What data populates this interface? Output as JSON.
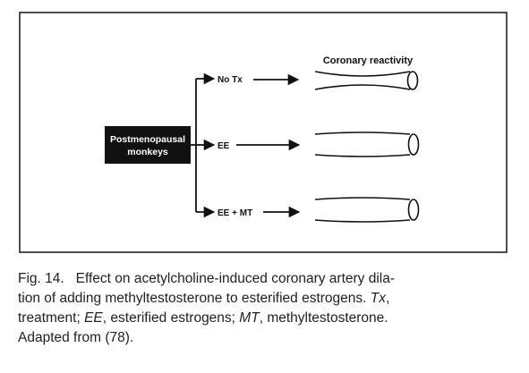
{
  "figure": {
    "header": "Coronary reactivity",
    "source_box": {
      "line1": "Postmenopausal",
      "line2": "monkeys"
    },
    "branches": [
      {
        "label": "No Tx",
        "artery": "constricted"
      },
      {
        "label": "EE",
        "artery": "normal"
      },
      {
        "label": "EE + MT",
        "artery": "normal"
      }
    ]
  },
  "caption": {
    "label": "Fig. 14.",
    "title_part1": "Effect on acetylcholine-induced coronary artery dila-",
    "title_part2": "tion of adding methyltestosterone to esterified estrogens.",
    "abbr": [
      {
        "term": "Tx",
        "definition": "treatment;"
      },
      {
        "term": "EE",
        "definition": "esterified estrogens;"
      },
      {
        "term": "MT",
        "definition": "methyltestosterone."
      }
    ],
    "source": "Adapted from (78)."
  }
}
